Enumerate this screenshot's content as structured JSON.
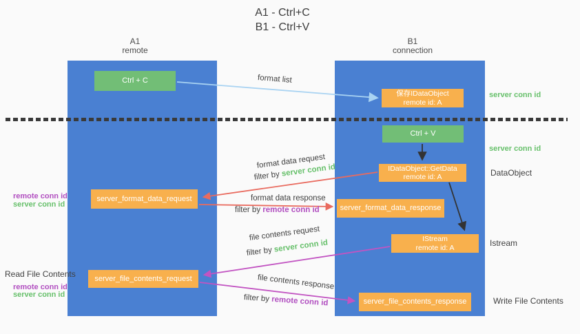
{
  "title": {
    "line1": "A1 - Ctrl+C",
    "line2": "B1 - Ctrl+V"
  },
  "columns": {
    "a1": {
      "name": "A1",
      "subtitle": "remote"
    },
    "b1": {
      "name": "B1",
      "subtitle": "connection"
    }
  },
  "nodes": {
    "ctrl_c": "Ctrl + C",
    "ctrl_v": "Ctrl + V",
    "save_dataobject": {
      "line1": "保存IDataObject",
      "line2": "remote id: A"
    },
    "getdata": {
      "line1": "IDataObject::GetData",
      "line2": "remote id: A"
    },
    "istream": {
      "line1": "IStream",
      "line2": "remote id: A"
    },
    "server_format_data_request": "server_format_data_request",
    "server_format_data_response": "server_format_data_response",
    "server_file_contents_request": "server_file_contents_request",
    "server_file_contents_response": "server_file_contents_response"
  },
  "arrow_labels": {
    "format_list": "format list",
    "format_data_request": "format data request",
    "filter_by_server_1": {
      "prefix": "filter by ",
      "highlight": "server conn id"
    },
    "format_data_response": "format data response",
    "filter_by_remote_1": {
      "prefix": "filter by ",
      "highlight": "remote conn id"
    },
    "file_contents_request": "file contents request",
    "filter_by_server_2": {
      "prefix": "filter by ",
      "highlight": "server conn id"
    },
    "file_contents_response": "file contents response",
    "filter_by_remote_2": {
      "prefix": "filter by ",
      "highlight": "remote conn id"
    }
  },
  "side_labels": {
    "right_server_conn_top": "server conn id",
    "right_server_conn_mid": "server conn id",
    "dataobject": "DataObject",
    "istream": "Istream",
    "write_file_contents": "Write File Contents",
    "left_remote_conn_1": "remote conn id",
    "left_server_conn_1": "server conn id",
    "read_file_contents": "Read File Contents",
    "left_remote_conn_2": "remote conn id",
    "left_server_conn_2": "server conn id"
  },
  "colors": {
    "lane_blue": "#4a80d2",
    "node_green": "#72be76",
    "node_orange": "#f8b04d",
    "label_green": "#67c06b",
    "label_purple": "#b14fc0",
    "arrow_red": "#e96b5f",
    "arrow_magenta": "#c254c2",
    "arrow_lightblue": "#a9d3f2",
    "arrow_black": "#333333",
    "background": "#fafafa"
  }
}
